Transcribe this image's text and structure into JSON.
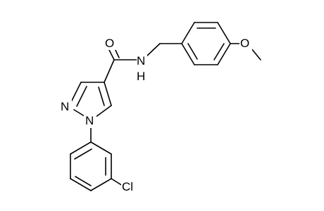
{
  "structure": {
    "atoms": [
      {
        "id": "o_carbonyl",
        "label": "O"
      },
      {
        "id": "n_amide",
        "label": "N"
      },
      {
        "id": "h_amide",
        "label": "H"
      },
      {
        "id": "n_pyrazole_2",
        "label": "N"
      },
      {
        "id": "n_pyrazole_1",
        "label": "N"
      },
      {
        "id": "o_methoxy",
        "label": "O"
      },
      {
        "id": "cl",
        "label": "Cl"
      }
    ]
  }
}
